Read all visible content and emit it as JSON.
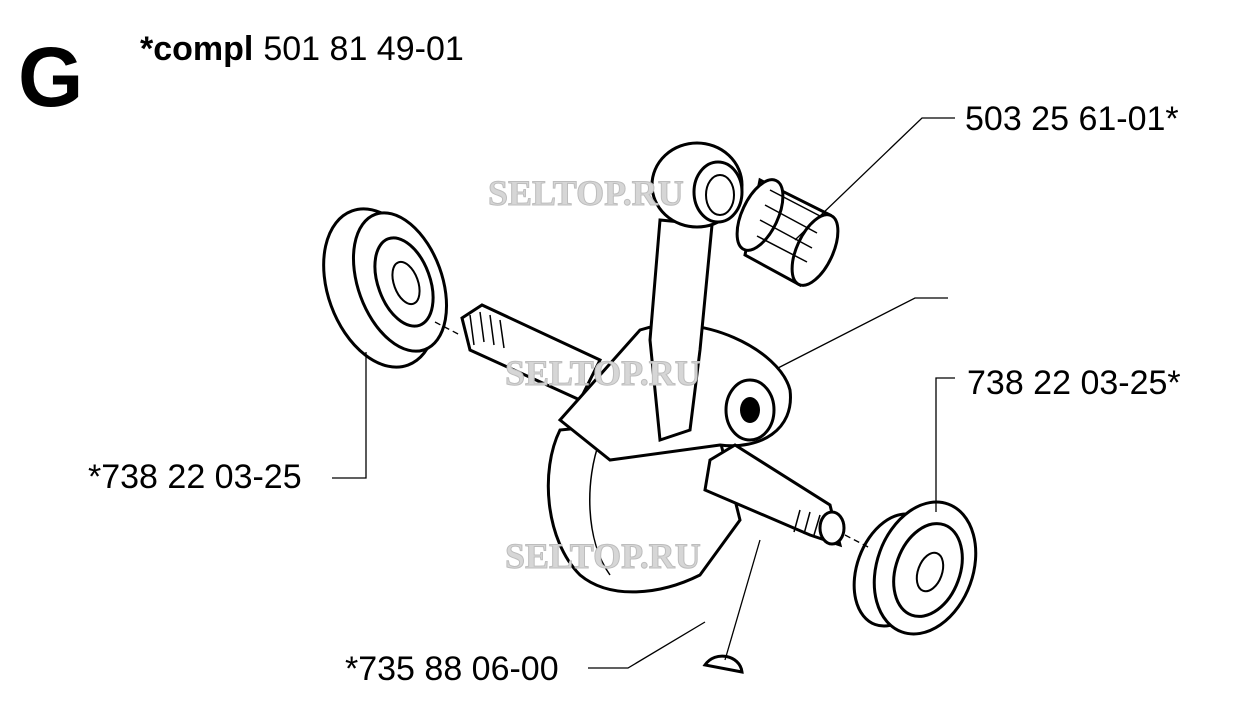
{
  "section_letter": "G",
  "assembly": {
    "prefix": "*compl",
    "number": "501 81 49-01"
  },
  "parts": {
    "needle_bearing": "503 25 61-01*",
    "bearing_right": "738 22 03-25*",
    "bearing_left": "*738 22 03-25",
    "key": "*735 88 06-00"
  },
  "watermark": "SELTOP.RU"
}
